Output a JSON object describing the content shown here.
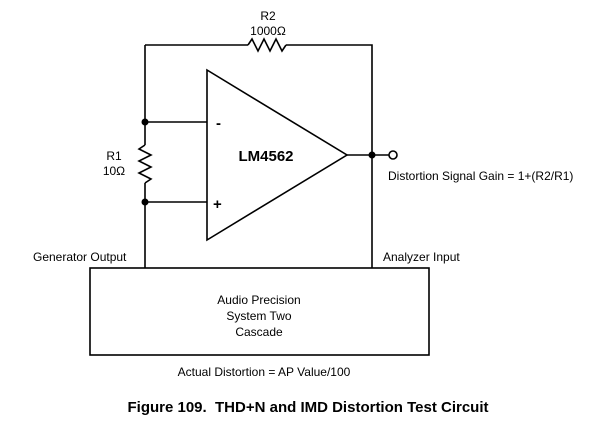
{
  "components": {
    "r2": {
      "name": "R2",
      "value": "1000Ω"
    },
    "r1": {
      "name": "R1",
      "value": "10Ω"
    },
    "opamp": {
      "name": "LM4562",
      "inverting_symbol": "-",
      "noninverting_symbol": "+"
    }
  },
  "labels": {
    "gain": "Distortion Signal Gain = 1+(R2/R1)",
    "generator_output": "Generator Output",
    "analyzer_input": "Analyzer Input",
    "actual_distortion": "Actual Distortion = AP Value/100"
  },
  "instrument": {
    "line1": "Audio Precision",
    "line2": "System Two",
    "line3": "Cascade"
  },
  "caption": "Figure 109.  THD+N and IMD Distortion Test Circuit"
}
